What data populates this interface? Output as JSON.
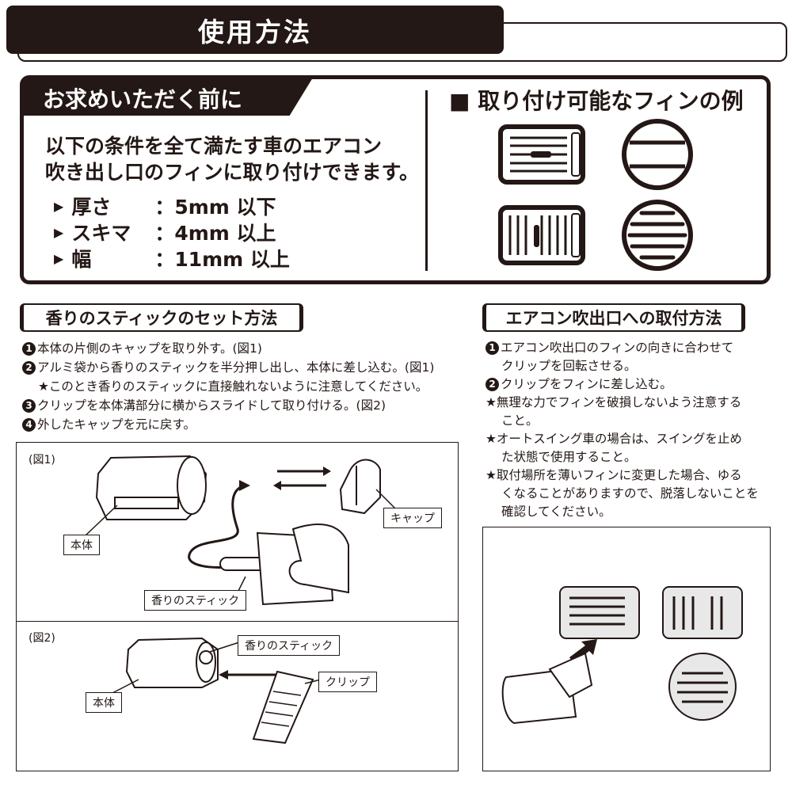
{
  "title": "使用方法",
  "requirements": {
    "tab": "お求めいただく前に",
    "lines": [
      "以下の条件を全て満たす車のエアコン",
      "吹き出し口のフィンに取り付けできます。"
    ],
    "conditions": [
      {
        "key": "厚さ",
        "value": "：5mm 以下"
      },
      {
        "key": "スキマ",
        "value": "：4mm 以上"
      },
      {
        "key": "幅",
        "value": "：11mm 以上"
      }
    ],
    "fin_title": "■ 取り付け可能なフィンの例"
  },
  "stick": {
    "heading": "香りのスティックのセット方法",
    "steps": [
      {
        "n": "1",
        "text": "本体の片側のキャップを取り外す。(図1)"
      },
      {
        "n": "2",
        "text": "アルミ袋から香りのスティックを半分押し出し、本体に差し込む。(図1)"
      },
      {
        "n": "",
        "text": "★このとき香りのスティックに直接触れないように注意してください。"
      },
      {
        "n": "3",
        "text": "クリップを本体溝部分に横からスライドして取り付ける。(図2)"
      },
      {
        "n": "4",
        "text": "外したキャップを元に戻す。"
      }
    ],
    "fig1": {
      "label": "(図1)",
      "body": "本体",
      "cap": "キャップ",
      "stick": "香りのスティック"
    },
    "fig2": {
      "label": "(図2)",
      "body": "本体",
      "stick": "香りのスティック",
      "clip": "クリップ"
    }
  },
  "mount": {
    "heading": "エアコン吹出口への取付方法",
    "steps": [
      {
        "n": "1",
        "text": "エアコン吹出口のフィンの向きに合わせて"
      },
      {
        "n": "",
        "text": "クリップを回転させる。",
        "indent": true
      },
      {
        "n": "2",
        "text": "クリップをフィンに差し込む。"
      },
      {
        "n": "",
        "text": "★無理な力でフィンを破損しないよう注意する"
      },
      {
        "n": "",
        "text": "こと。",
        "indent": true
      },
      {
        "n": "",
        "text": "★オートスイング車の場合は、スイングを止め"
      },
      {
        "n": "",
        "text": "た状態で使用すること。",
        "indent": true
      },
      {
        "n": "",
        "text": "★取付場所を薄いフィンに変更した場合、ゆる"
      },
      {
        "n": "",
        "text": "くなることがありますので、脱落しないことを",
        "indent": true
      },
      {
        "n": "",
        "text": "確認してください。",
        "indent": true
      }
    ]
  }
}
